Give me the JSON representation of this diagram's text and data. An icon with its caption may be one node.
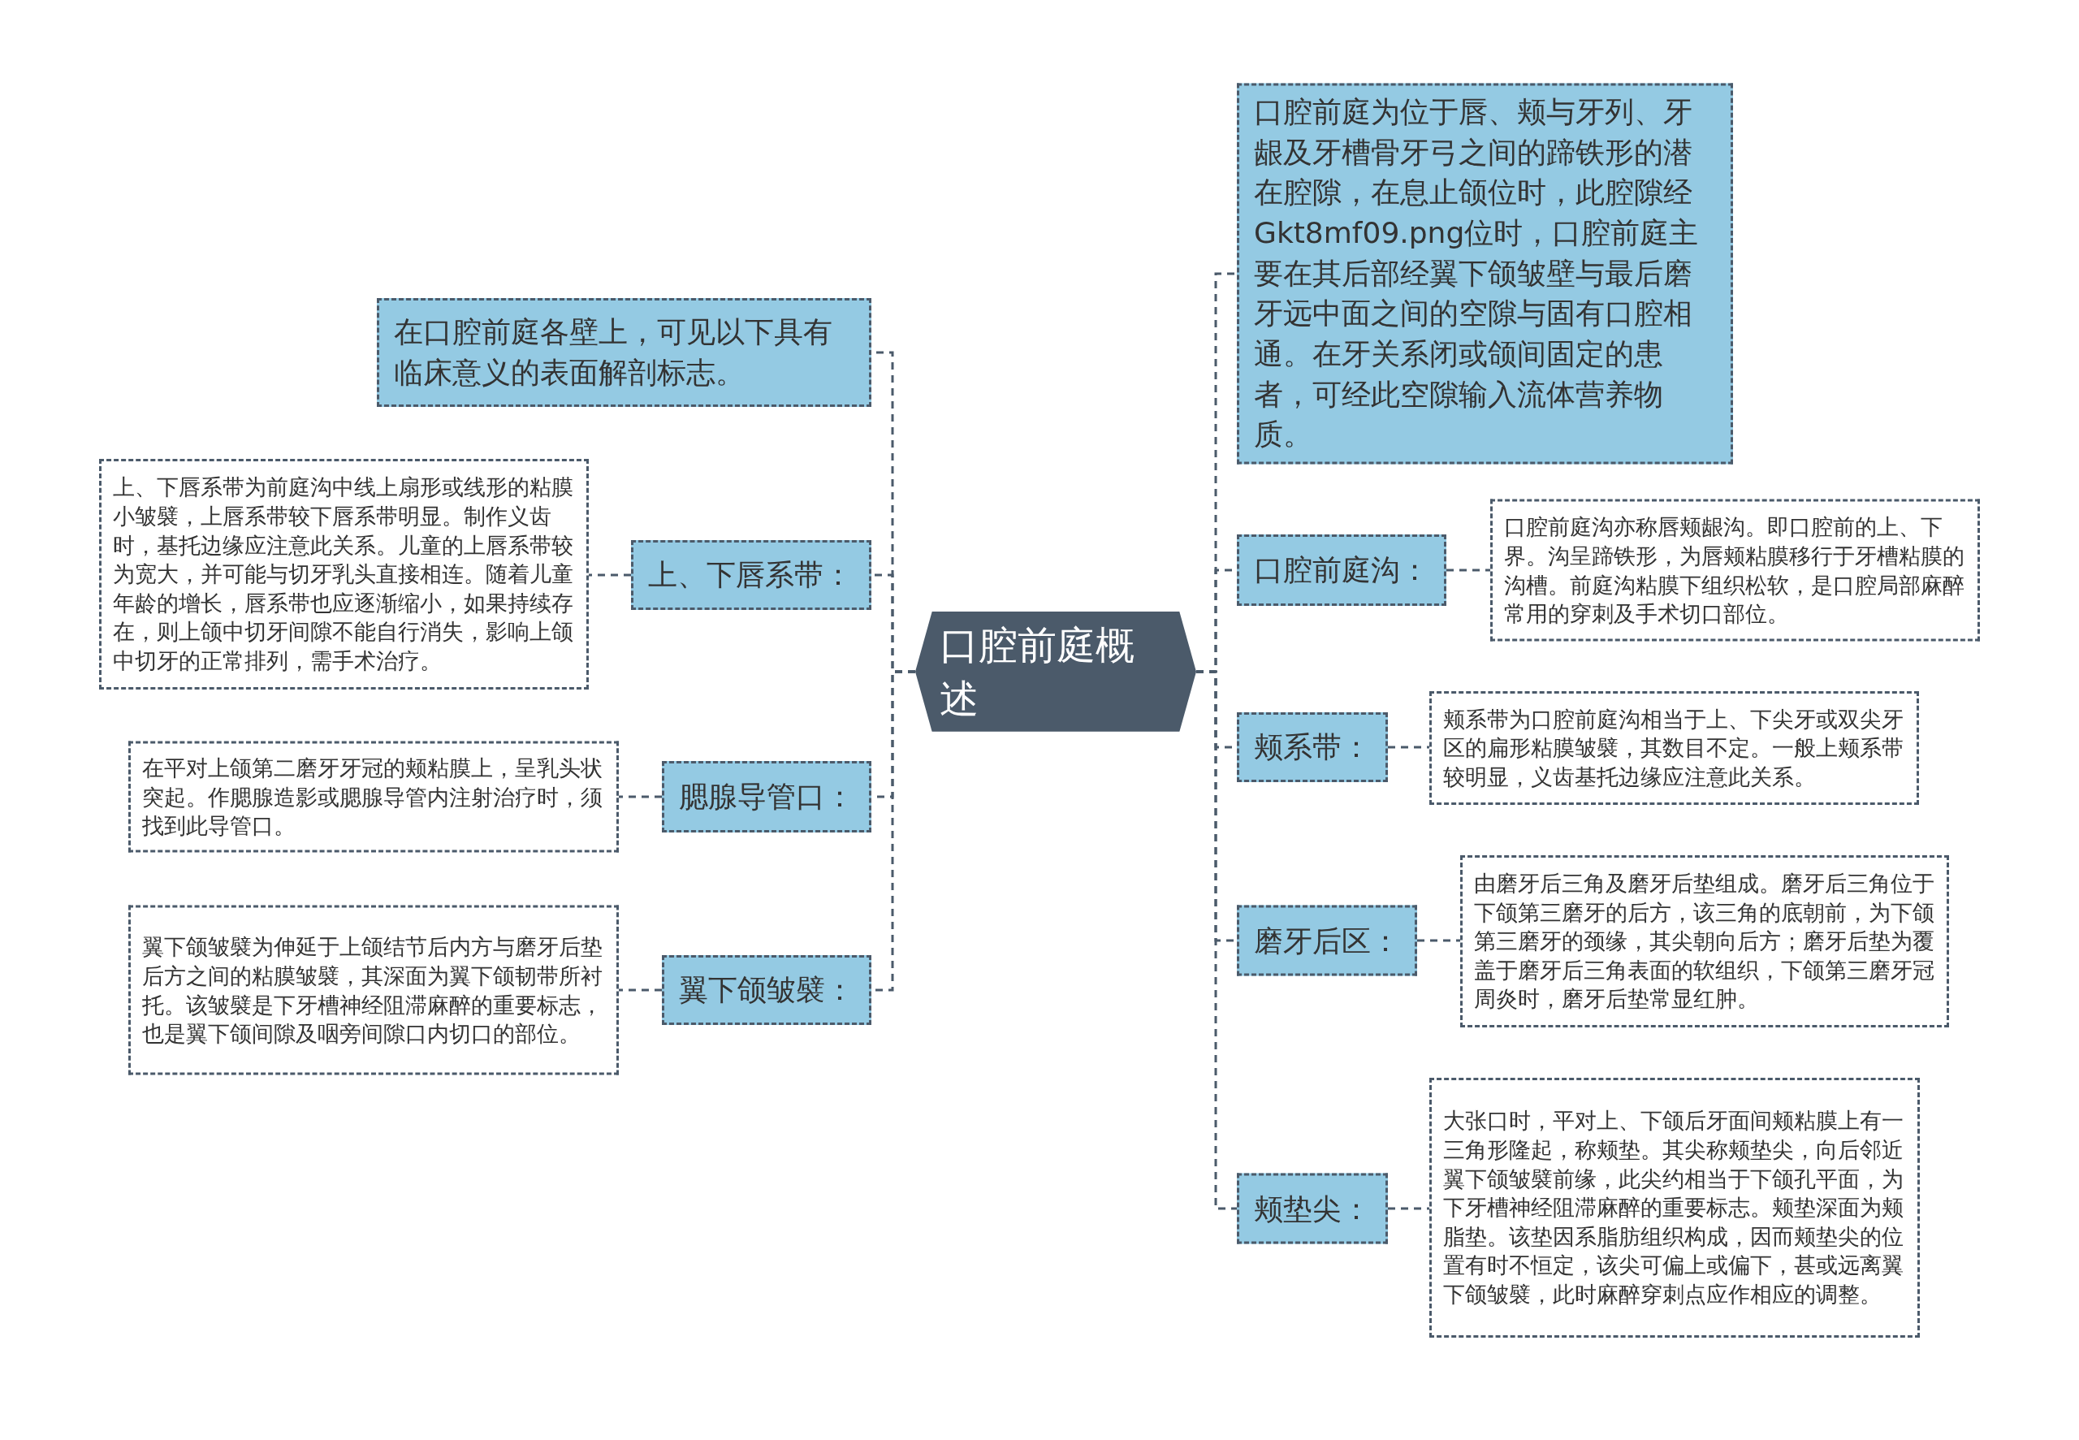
{
  "diagram": {
    "nodes": [
      {
        "text": [
          "口腔前庭概述"
        ]
      },
      {
        "text": [
          "在口腔前庭各壁上，可见以下具有临床意义的表面解剖标志。"
        ]
      },
      {
        "text": [
          "上、下唇系带："
        ]
      },
      {
        "text": [
          "上、下唇系带为前庭沟中线上扇形或线形的粘膜小皱襞，上唇系带较下唇系带明显。制作义齿时，基托边缘应注意此关系。儿童的上唇系带较为宽大，并可能与切牙乳头直接相连。随着儿童年龄的增长，唇系带也应逐渐缩小，如果持续存在，则上颌中切牙间隙不能自行消失，影响上颌中切牙的正常排列，需手术治疗。"
        ]
      },
      {
        "text": [
          "腮腺导管口："
        ]
      },
      {
        "text": [
          "在平对上颌第二磨牙牙冠的颊粘膜上，呈乳头状突起。作腮腺造影或腮腺导管内注射治疗时，须找到此导管口。"
        ]
      },
      {
        "text": [
          "翼下颌皱襞："
        ]
      },
      {
        "text": [
          "翼下颌皱襞为伸延于上颌结节后内方与磨牙后垫后方之间的粘膜皱襞，其深面为翼下颌韧带所衬托。该皱襞是下牙槽神经阻滞麻醉的重要标志，也是翼下颌间隙及咽旁间隙口内切口的部位。"
        ]
      },
      {
        "text": [
          "口腔前庭为位于唇、颊与牙列、牙龈及牙槽骨牙弓之间的蹄铁形的潜在腔隙，在息止颌位时，此腔隙经Gkt8mf09.png位时，口腔前庭主要在其后部经翼下颌皱壁与最后磨牙远中面之间的空隙与固有口腔相通。在牙关系闭或颌间固定的患者，可经此空隙输入流体营养物质。"
        ]
      },
      {
        "text": [
          "口腔前庭沟："
        ]
      },
      {
        "text": [
          "口腔前庭沟亦称唇颊龈沟。即口腔前的上、下界。沟呈蹄铁形，为唇颊粘膜移行于牙槽粘膜的沟槽。前庭沟粘膜下组织松软，是口腔局部麻醉常用的穿刺及手术切口部位。"
        ]
      },
      {
        "text": [
          "颊系带："
        ]
      },
      {
        "text": [
          "颊系带为口腔前庭沟相当于上、下尖牙或双尖牙区的扁形粘膜皱襞，其数目不定。一般上颊系带较明显，义齿基托边缘应注意此关系。"
        ]
      },
      {
        "text": [
          "磨牙后区："
        ]
      },
      {
        "text": [
          "由磨牙后三角及磨牙后垫组成。磨牙后三角位于下颌第三磨牙的后方，该三角的底朝前，为下颌第三磨牙的颈缘，其尖朝向后方；磨牙后垫为覆盖于磨牙后三角表面的软组织，下颌第三磨牙冠周炎时，磨牙后垫常显红肿。"
        ]
      },
      {
        "text": [
          "颊垫尖："
        ]
      },
      {
        "text": [
          "大张口时，平对上、下颌后牙面间颊粘膜上有一三角形隆起，称颊垫。其尖称颊垫尖，向后邻近翼下颌皱襞前缘，此尖约相当于下颌孔平面，为下牙槽神经阻滞麻醉的重要标志。颊垫深面为颊脂垫。该垫因系脂肪组织构成，因而颊垫尖的位置有时不恒定，该尖可偏上或偏下，甚或远离翼下颌皱襞，此时麻醉穿刺点应作相应的调整。"
        ]
      }
    ],
    "edges": [
      {
        "from": 0,
        "to": 1,
        "arrow": "none"
      },
      {
        "from": 0,
        "to": 2,
        "arrow": "none"
      },
      {
        "from": 2,
        "to": 3,
        "arrow": "none"
      },
      {
        "from": 0,
        "to": 4,
        "arrow": "none"
      },
      {
        "from": 4,
        "to": 5,
        "arrow": "none"
      },
      {
        "from": 0,
        "to": 6,
        "arrow": "none"
      },
      {
        "from": 6,
        "to": 7,
        "arrow": "none"
      },
      {
        "from": 0,
        "to": 8,
        "arrow": "none"
      },
      {
        "from": 0,
        "to": 9,
        "arrow": "none"
      },
      {
        "from": 9,
        "to": 10,
        "arrow": "none"
      },
      {
        "from": 0,
        "to": 11,
        "arrow": "none"
      },
      {
        "from": 11,
        "to": 12,
        "arrow": "none"
      },
      {
        "from": 0,
        "to": 13,
        "arrow": "none"
      },
      {
        "from": 13,
        "to": 14,
        "arrow": "none"
      },
      {
        "from": 0,
        "to": 15,
        "arrow": "none"
      },
      {
        "from": 15,
        "to": 16,
        "arrow": "none"
      }
    ]
  }
}
